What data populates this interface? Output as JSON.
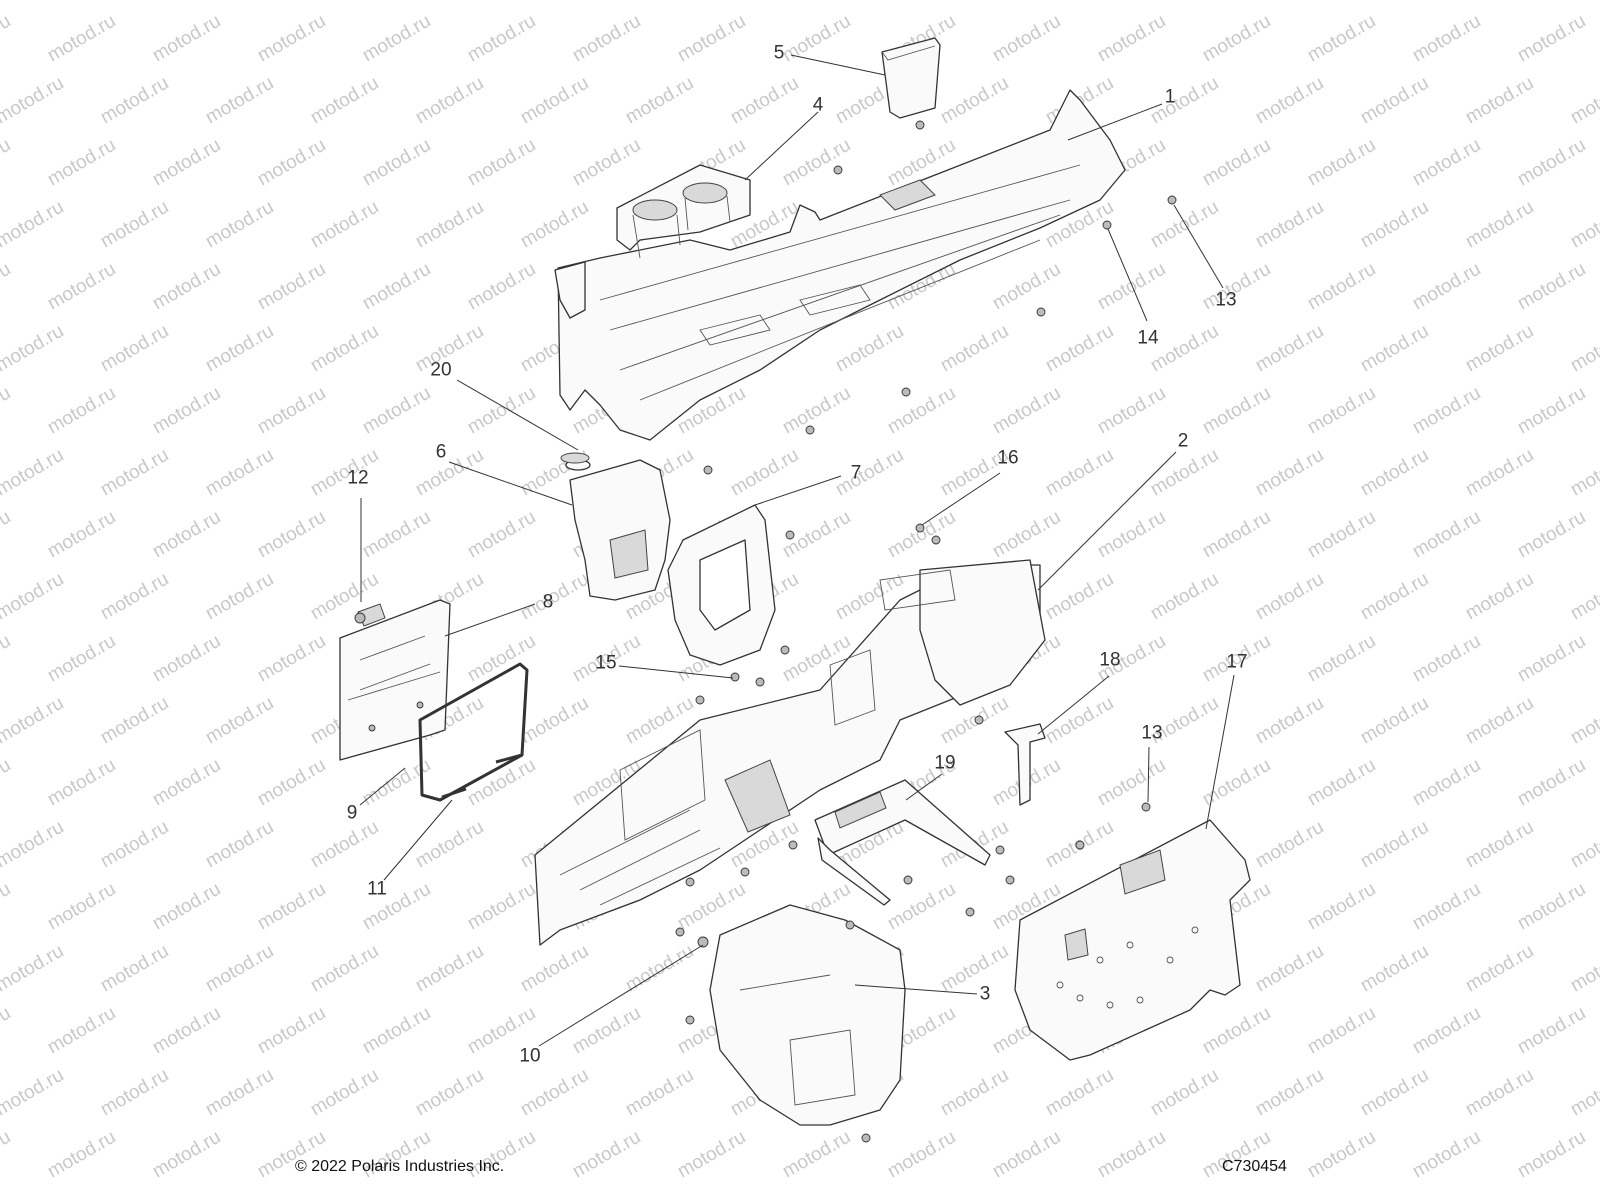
{
  "watermark": "motod.ru",
  "callouts": [
    {
      "id": "1",
      "label": "1"
    },
    {
      "id": "2",
      "label": "2"
    },
    {
      "id": "3",
      "label": "3"
    },
    {
      "id": "4",
      "label": "4"
    },
    {
      "id": "5",
      "label": "5"
    },
    {
      "id": "6",
      "label": "6"
    },
    {
      "id": "7",
      "label": "7"
    },
    {
      "id": "8",
      "label": "8"
    },
    {
      "id": "9",
      "label": "9"
    },
    {
      "id": "10",
      "label": "10"
    },
    {
      "id": "11",
      "label": "11"
    },
    {
      "id": "12",
      "label": "12"
    },
    {
      "id": "13a",
      "label": "13"
    },
    {
      "id": "13b",
      "label": "13"
    },
    {
      "id": "14",
      "label": "14"
    },
    {
      "id": "15",
      "label": "15"
    },
    {
      "id": "16",
      "label": "16"
    },
    {
      "id": "17",
      "label": "17"
    },
    {
      "id": "18",
      "label": "18"
    },
    {
      "id": "19",
      "label": "19"
    },
    {
      "id": "20",
      "label": "20"
    }
  ],
  "footer": {
    "copyright": "© 2022 Polaris Industries Inc.",
    "drawing_code": "C730454"
  }
}
